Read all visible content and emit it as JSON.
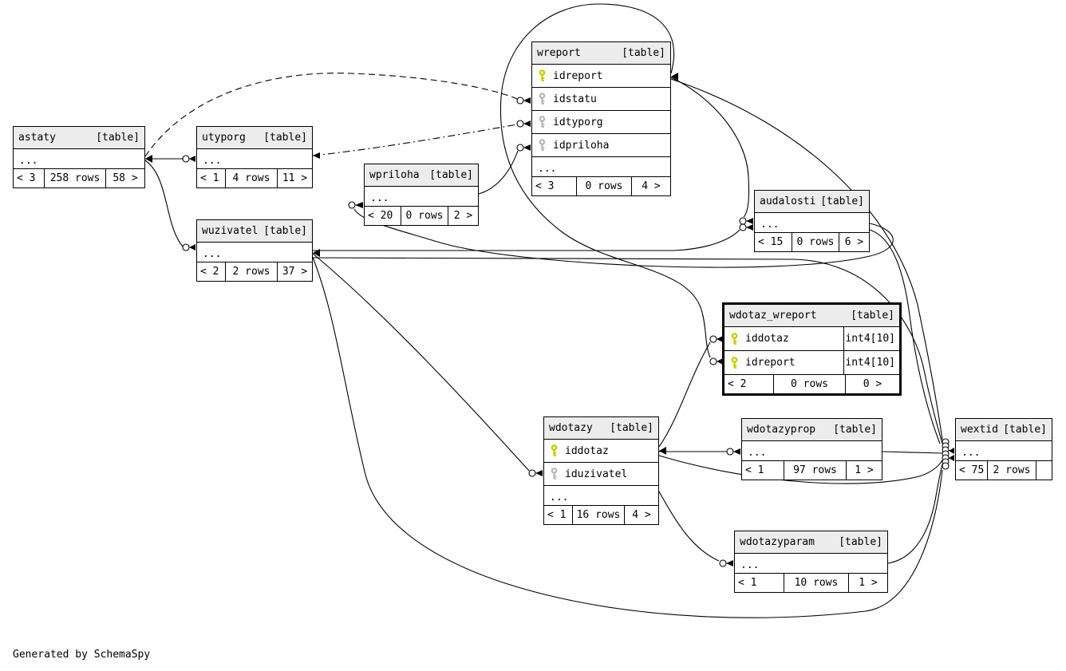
{
  "diagram": {
    "note": "Generated by SchemaSpy",
    "colors": {
      "primary_key": "#c8c800",
      "foreign_key": "#b4b4b4",
      "header_bg": "#ececec",
      "line": "#000000"
    },
    "tables": [
      {
        "id": "astaty",
        "name": "astaty",
        "badge": "[table]",
        "columns": [],
        "ellipsis": "...",
        "footer": {
          "parents": "< 3",
          "rows": "258 rows",
          "children": "58 >"
        }
      },
      {
        "id": "utyporg",
        "name": "utyporg",
        "badge": "[table]",
        "columns": [],
        "ellipsis": "...",
        "footer": {
          "parents": "< 1",
          "rows": "4 rows",
          "children": "11 >"
        }
      },
      {
        "id": "wuzivatel",
        "name": "wuzivatel",
        "badge": "[table]",
        "columns": [],
        "ellipsis": "...",
        "footer": {
          "parents": "< 2",
          "rows": "2 rows",
          "children": "37 >"
        }
      },
      {
        "id": "wpriloha",
        "name": "wpriloha",
        "badge": "[table]",
        "columns": [],
        "ellipsis": "...",
        "footer": {
          "parents": "< 20",
          "rows": "0 rows",
          "children": "2 >"
        }
      },
      {
        "id": "wreport",
        "name": "wreport",
        "badge": "[table]",
        "columns": [
          {
            "name": "idreport",
            "key": "primary"
          },
          {
            "name": "idstatu",
            "key": "foreign"
          },
          {
            "name": "idtyporg",
            "key": "foreign"
          },
          {
            "name": "idpriloha",
            "key": "foreign"
          }
        ],
        "ellipsis": "...",
        "footer": {
          "parents": "< 3",
          "rows": "0 rows",
          "children": "4 >"
        }
      },
      {
        "id": "audalosti",
        "name": "audalosti",
        "badge": "[table]",
        "columns": [],
        "ellipsis": "...",
        "footer": {
          "parents": "< 15",
          "rows": "0 rows",
          "children": "6 >"
        }
      },
      {
        "id": "wdotaz_wreport",
        "name": "wdotaz_wreport",
        "badge": "[table]",
        "emphasized": true,
        "columns": [
          {
            "name": "iddotaz",
            "key": "primary",
            "type": "int4[10]"
          },
          {
            "name": "idreport",
            "key": "primary",
            "type": "int4[10]"
          }
        ],
        "footer": {
          "parents": "< 2",
          "rows": "0 rows",
          "children": "0 >"
        }
      },
      {
        "id": "wdotazy",
        "name": "wdotazy",
        "badge": "[table]",
        "columns": [
          {
            "name": "iddotaz",
            "key": "primary"
          },
          {
            "name": "iduzivatel",
            "key": "foreign"
          }
        ],
        "ellipsis": "...",
        "footer": {
          "parents": "< 1",
          "rows": "16 rows",
          "children": "4 >"
        }
      },
      {
        "id": "wdotazyprop",
        "name": "wdotazyprop",
        "badge": "[table]",
        "columns": [],
        "ellipsis": "...",
        "footer": {
          "parents": "< 1",
          "rows": "97 rows",
          "children": "1 >"
        }
      },
      {
        "id": "wextid",
        "name": "wextid",
        "badge": "[table]",
        "columns": [],
        "ellipsis": "...",
        "footer": {
          "parents": "< 75",
          "rows": "2 rows",
          "children": ""
        }
      },
      {
        "id": "wdotazyparam",
        "name": "wdotazyparam",
        "badge": "[table]",
        "columns": [],
        "ellipsis": "...",
        "footer": {
          "parents": "< 1",
          "rows": "10 rows",
          "children": "1 >"
        }
      }
    ],
    "relationships": [
      {
        "from": "astaty",
        "to": "utyporg",
        "style": "solid"
      },
      {
        "from": "astaty",
        "to": "wuzivatel",
        "style": "solid"
      },
      {
        "from": "astaty",
        "to": "wreport.idstatu",
        "style": "dashed"
      },
      {
        "from": "utyporg",
        "to": "wreport.idtyporg",
        "style": "dashed"
      },
      {
        "from": "wpriloha",
        "to": "wreport.idpriloha",
        "style": "solid"
      },
      {
        "from": "wreport.idreport",
        "to": "wdotaz_wreport.idreport",
        "style": "solid"
      },
      {
        "from": "wdotazy.iddotaz",
        "to": "wdotaz_wreport.iddotaz",
        "style": "solid"
      },
      {
        "from": "wuzivatel",
        "to": "audalosti",
        "style": "solid"
      },
      {
        "from": "wreport.idreport",
        "to": "audalosti",
        "style": "solid"
      },
      {
        "from": "audalosti",
        "to": "wpriloha",
        "style": "solid"
      },
      {
        "from": "wuzivatel",
        "to": "wdotazy.iduzivatel",
        "style": "solid"
      },
      {
        "from": "wuzivatel",
        "to": "wextid",
        "style": "solid"
      },
      {
        "from": "wuzivatel",
        "to": "wextid",
        "style": "solid"
      },
      {
        "from": "wdotazy.iddotaz",
        "to": "wdotazyprop",
        "style": "solid"
      },
      {
        "from": "wdotazy",
        "to": "wdotazyparam",
        "style": "solid"
      },
      {
        "from": "wdotazy.iddotaz",
        "to": "wextid",
        "style": "solid"
      },
      {
        "from": "wdotazyprop",
        "to": "wextid",
        "style": "solid"
      },
      {
        "from": "wdotazyparam",
        "to": "wextid",
        "style": "solid"
      },
      {
        "from": "wreport.idreport",
        "to": "wextid",
        "style": "solid"
      },
      {
        "from": "audalosti",
        "to": "wextid",
        "style": "solid"
      }
    ]
  }
}
